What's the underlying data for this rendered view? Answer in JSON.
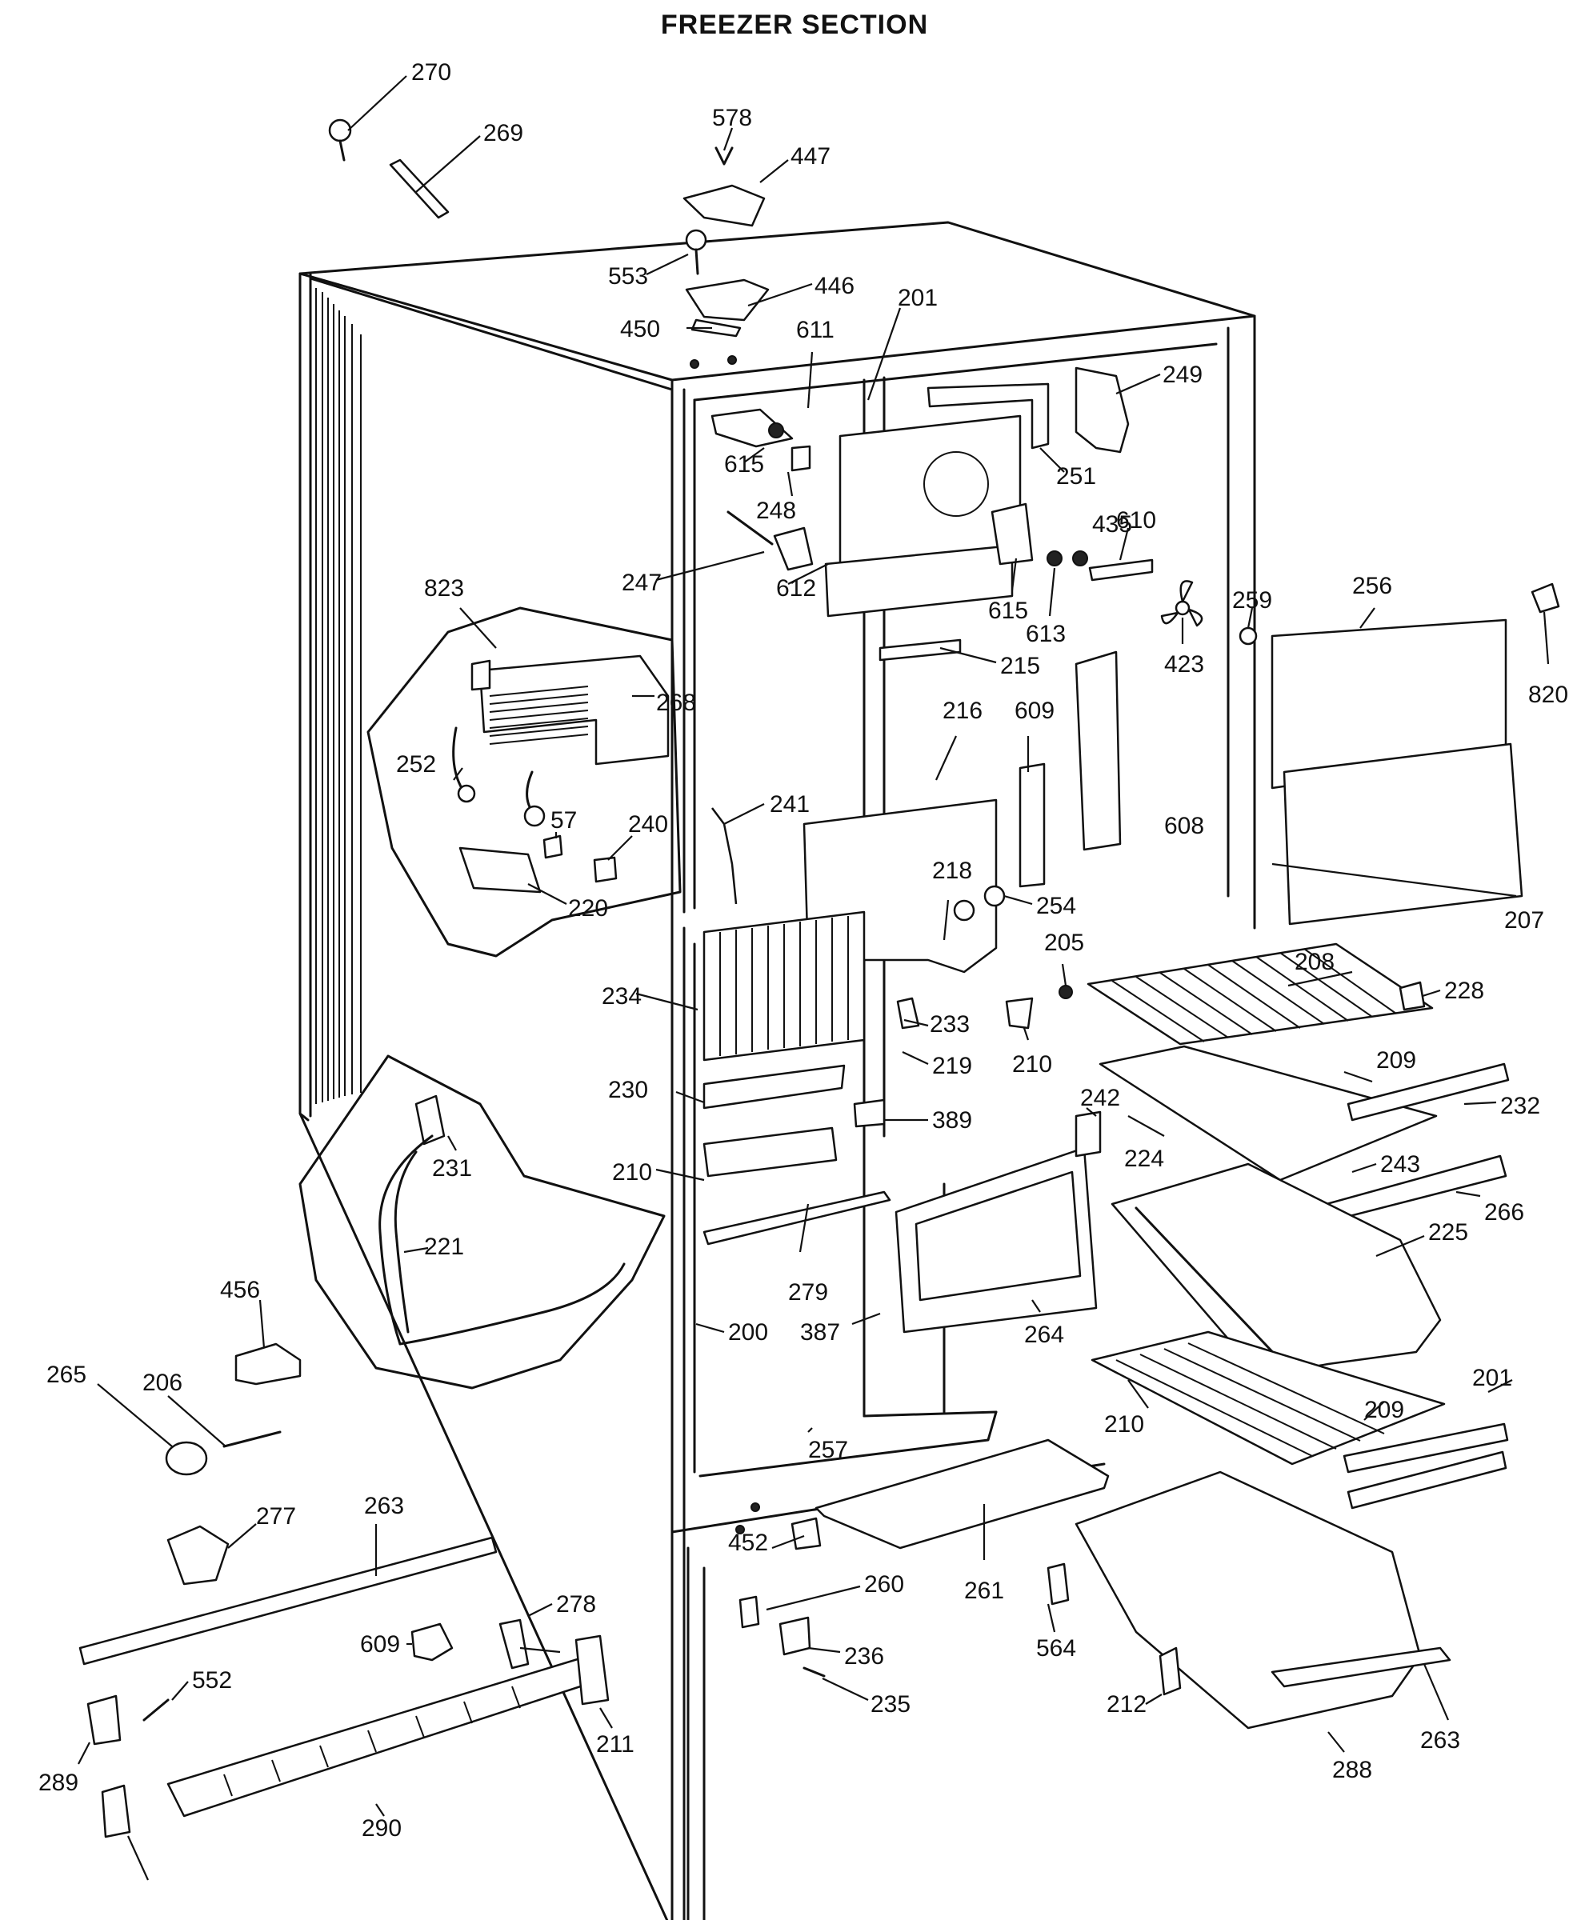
{
  "title": "FREEZER SECTION",
  "parts": [
    "270",
    "269",
    "578",
    "447",
    "553",
    "446",
    "450",
    "201",
    "611",
    "249",
    "615",
    "251",
    "248",
    "435",
    "247",
    "612",
    "610",
    "615",
    "613",
    "423",
    "259",
    "256",
    "820",
    "823",
    "268",
    "252",
    "215",
    "216",
    "609",
    "57",
    "240",
    "241",
    "608",
    "220",
    "218",
    "254",
    "207",
    "205",
    "208",
    "228",
    "234",
    "233",
    "219",
    "210",
    "209",
    "232",
    "230",
    "389",
    "242",
    "224",
    "231",
    "210",
    "243",
    "266",
    "225",
    "221",
    "279",
    "456",
    "200",
    "387",
    "264",
    "265",
    "206",
    "210",
    "209",
    "201",
    "257",
    "277",
    "263",
    "278",
    "609",
    "452",
    "260",
    "261",
    "236",
    "564",
    "552",
    "235",
    "212",
    "263",
    "289",
    "211",
    "288",
    "290"
  ]
}
